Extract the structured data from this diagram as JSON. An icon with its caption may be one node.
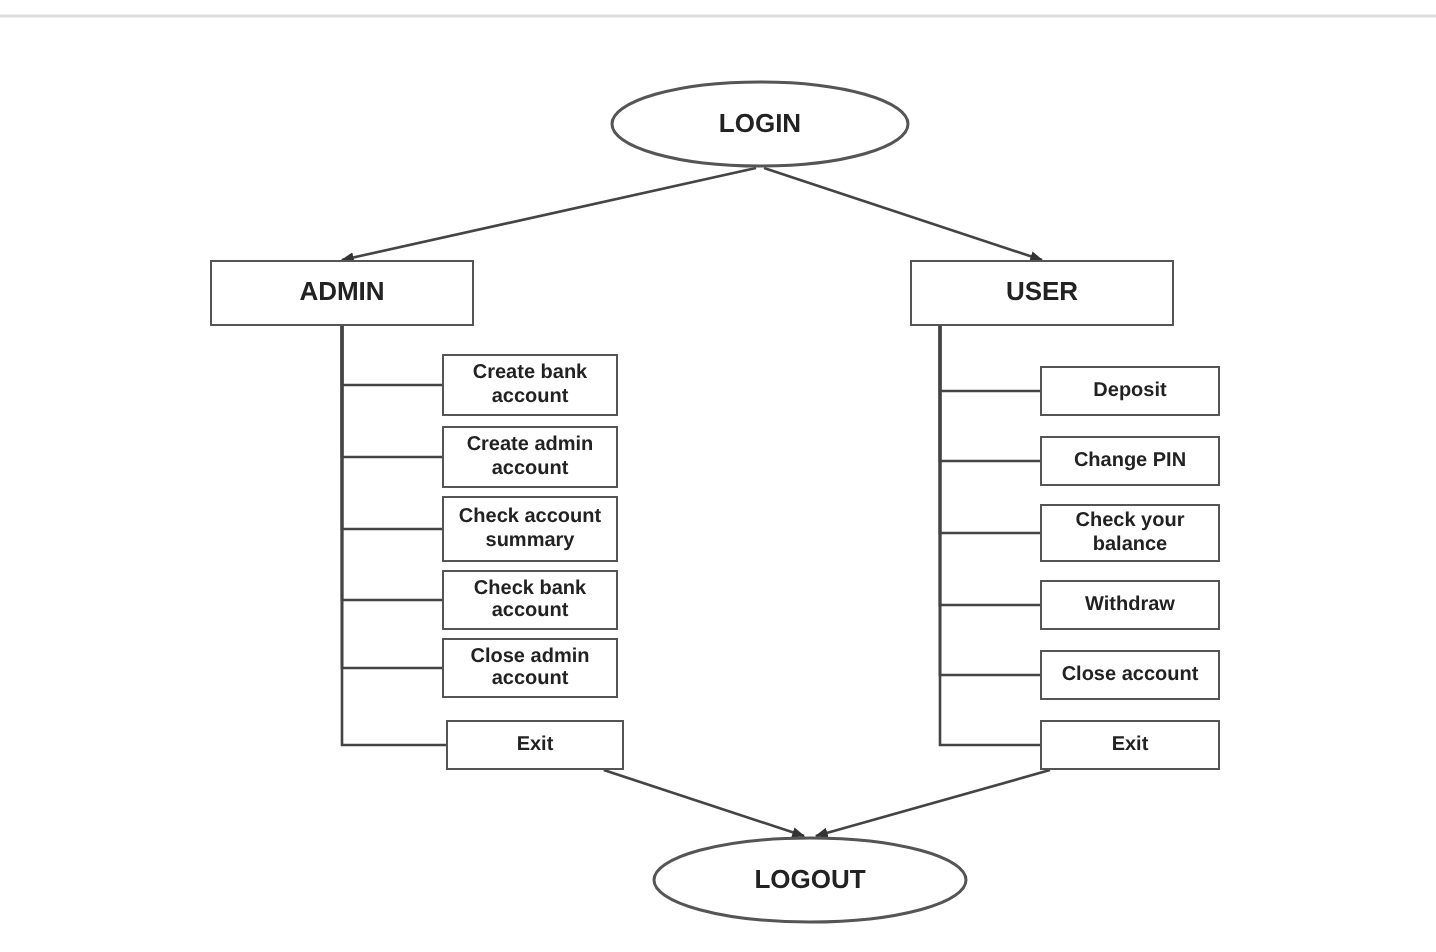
{
  "diagram": {
    "nodes": [
      {
        "text": [
          "LOGIN"
        ]
      },
      {
        "text": [
          "ADMIN"
        ]
      },
      {
        "text": [
          "USER"
        ]
      },
      {
        "text": [
          "Create bank account"
        ]
      },
      {
        "text": [
          "Create admin account"
        ]
      },
      {
        "text": [
          "Check account summary"
        ]
      },
      {
        "text": [
          "Check bank account"
        ]
      },
      {
        "text": [
          "Close admin account"
        ]
      },
      {
        "text": [
          "Exit"
        ]
      },
      {
        "text": [
          "Deposit"
        ]
      },
      {
        "text": [
          "Change PIN"
        ]
      },
      {
        "text": [
          "Check your balance"
        ]
      },
      {
        "text": [
          "Withdraw"
        ]
      },
      {
        "text": [
          "Close account"
        ]
      },
      {
        "text": [
          "Exit"
        ]
      },
      {
        "text": [
          "LOGOUT"
        ]
      }
    ],
    "edges": [
      {
        "from": 0,
        "to": 1,
        "arrow": "to"
      },
      {
        "from": 0,
        "to": 2,
        "arrow": "to"
      },
      {
        "from": 1,
        "to": 3,
        "arrow": "none"
      },
      {
        "from": 1,
        "to": 4,
        "arrow": "none"
      },
      {
        "from": 1,
        "to": 5,
        "arrow": "none"
      },
      {
        "from": 1,
        "to": 6,
        "arrow": "none"
      },
      {
        "from": 1,
        "to": 7,
        "arrow": "none"
      },
      {
        "from": 1,
        "to": 8,
        "arrow": "none"
      },
      {
        "from": 2,
        "to": 9,
        "arrow": "none"
      },
      {
        "from": 2,
        "to": 10,
        "arrow": "none"
      },
      {
        "from": 2,
        "to": 11,
        "arrow": "none"
      },
      {
        "from": 2,
        "to": 12,
        "arrow": "none"
      },
      {
        "from": 2,
        "to": 13,
        "arrow": "none"
      },
      {
        "from": 2,
        "to": 14,
        "arrow": "none"
      },
      {
        "from": 8,
        "to": 15,
        "arrow": "to"
      },
      {
        "from": 14,
        "to": 15,
        "arrow": "to"
      }
    ]
  }
}
